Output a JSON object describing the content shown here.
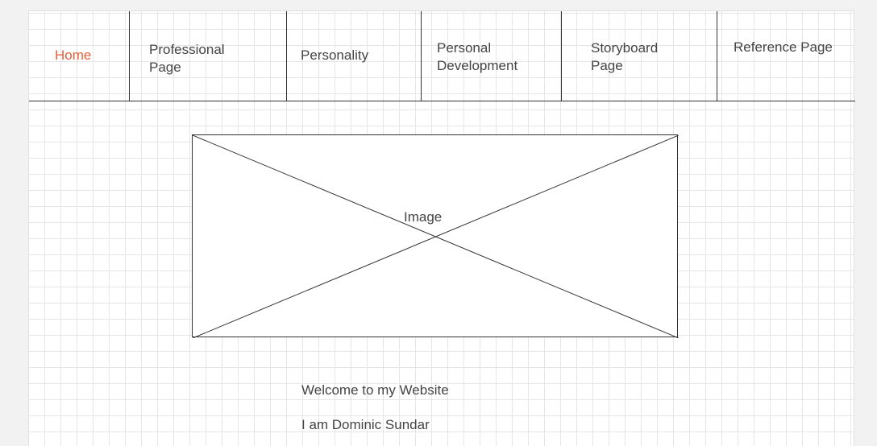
{
  "nav": {
    "items": [
      {
        "label": "Home",
        "active": true
      },
      {
        "label": "Professional\nPage",
        "active": false
      },
      {
        "label": "Personality",
        "active": false
      },
      {
        "label": "Personal\nDevelopment",
        "active": false
      },
      {
        "label": "Storyboard\nPage",
        "active": false
      },
      {
        "label": "Reference Page",
        "active": false
      }
    ]
  },
  "hero": {
    "image_label": "Image"
  },
  "content": {
    "welcome": "Welcome to my Website",
    "intro": "I am Dominic Sundar"
  },
  "colors": {
    "active": "#e8603c",
    "text": "#444444",
    "line": "#333333",
    "grid": "#e6e6e6"
  }
}
